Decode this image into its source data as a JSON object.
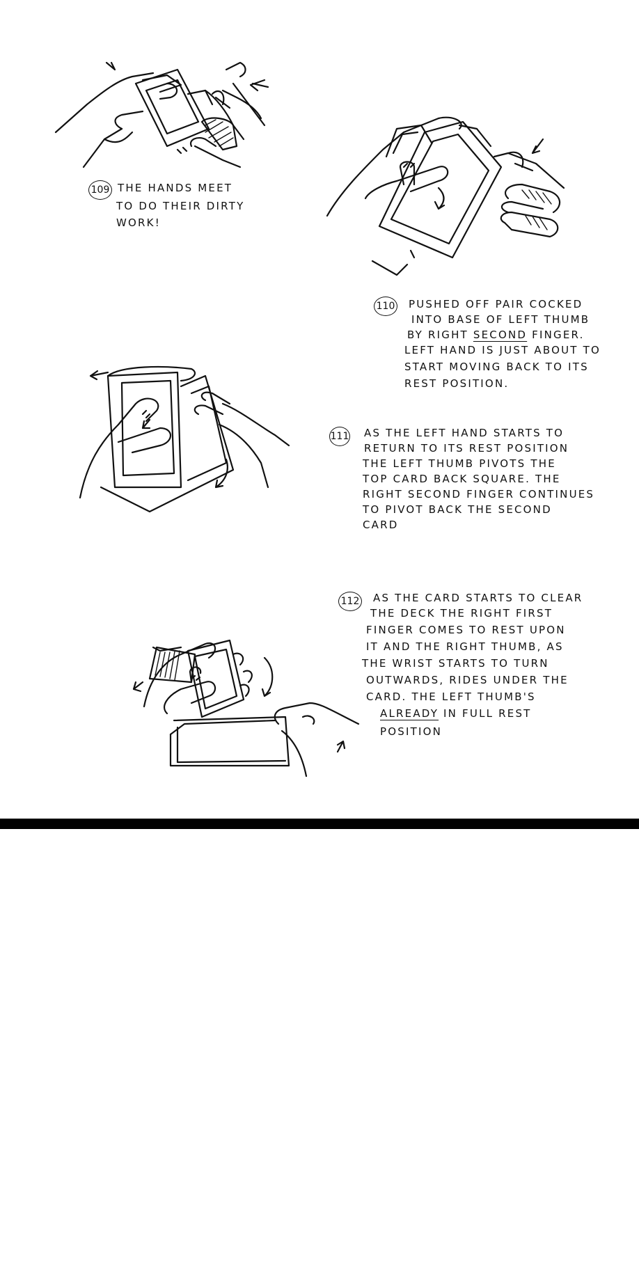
{
  "steps": [
    {
      "number": "109",
      "lines": [
        "THE HANDS MEET",
        "TO DO THEIR DIRTY",
        "WORK!"
      ]
    },
    {
      "number": "110",
      "lines": [
        "PUSHED OFF PAIR COCKED",
        "INTO BASE OF LEFT THUMB",
        "BY RIGHT ",
        "SECOND",
        " FINGER.",
        "LEFT HAND IS JUST ABOUT TO",
        "START MOVING BACK TO ITS",
        "REST POSITION."
      ]
    },
    {
      "number": "111",
      "lines": [
        "AS THE LEFT HAND STARTS TO",
        "RETURN TO ITS REST POSITION",
        "THE LEFT THUMB PIVOTS THE",
        "TOP CARD BACK SQUARE. THE",
        "RIGHT SECOND FINGER CONTINUES",
        "TO PIVOT BACK THE SECOND",
        "CARD"
      ]
    },
    {
      "number": "112",
      "lines": [
        "AS THE CARD STARTS TO CLEAR",
        "THE DECK THE RIGHT FIRST",
        "FINGER COMES TO REST UPON",
        "IT AND THE RIGHT THUMB, AS",
        "THE WRIST STARTS TO TURN",
        "OUTWARDS, RIDES UNDER THE",
        "CARD. THE LEFT THUMB'S",
        "ALREADY",
        " IN FULL REST",
        "POSITION"
      ]
    }
  ],
  "divider_color": "#000000",
  "ink_color": "#111111",
  "background_color": "#ffffff"
}
